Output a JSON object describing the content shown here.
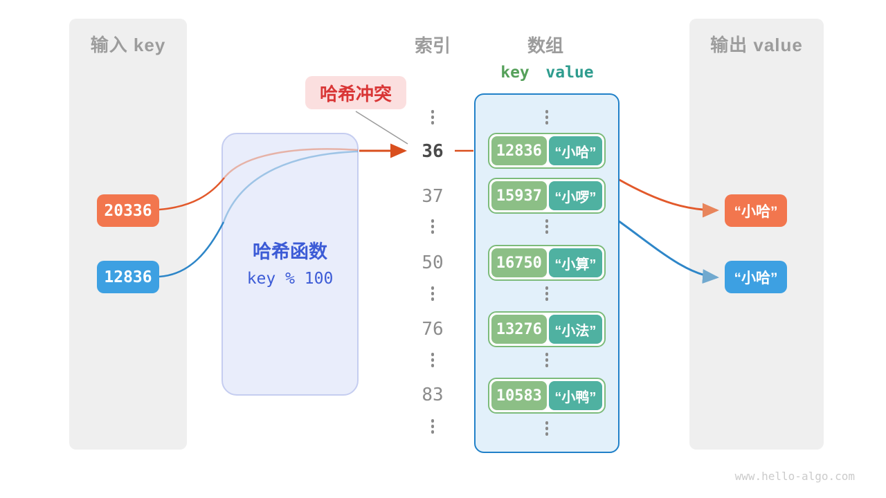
{
  "watermark": "www.hello-algo.com",
  "colors": {
    "orange": "#F2764E",
    "blue": "#3DA0E2",
    "green_key": "#8CBF86",
    "teal_value": "#4FB1A1",
    "panel_gray": "#EFEFEF",
    "heading_gray": "#9C9C9C",
    "index_gray": "#8C8C8C",
    "index_highlight": "#4A4A4A",
    "hash_box_bg": "#E9EDFB",
    "hash_box_border": "#C5CDF0",
    "hash_text_blue": "#3C5BD6",
    "collision_bg": "#FBDFDF",
    "collision_red": "#D93636",
    "array_bg": "#E2F0FA",
    "array_border": "#2080C8",
    "entry_border": "#7CBB7A",
    "arrow_orange": "#E2592B",
    "arrow_blue": "#2E86C8"
  },
  "input_panel": {
    "title": "输入 key",
    "keys": [
      "20336",
      "12836"
    ]
  },
  "hash_box": {
    "title": "哈希函数",
    "formula": "key % 100"
  },
  "collision_label": "哈希冲突",
  "index_column": {
    "title": "索引",
    "highlight": "36",
    "others": [
      "37",
      "50",
      "76",
      "83"
    ]
  },
  "array_panel": {
    "title": "数组",
    "key_header": "key",
    "value_header": "value",
    "entries": [
      {
        "key": "12836",
        "value": "“小哈”"
      },
      {
        "key": "15937",
        "value": "“小啰”"
      },
      {
        "key": "16750",
        "value": "“小算”"
      },
      {
        "key": "13276",
        "value": "“小法”"
      },
      {
        "key": "10583",
        "value": "“小鸭”"
      }
    ]
  },
  "output_panel": {
    "title": "输出 value",
    "outputs": [
      "“小哈”",
      "“小哈”"
    ]
  }
}
